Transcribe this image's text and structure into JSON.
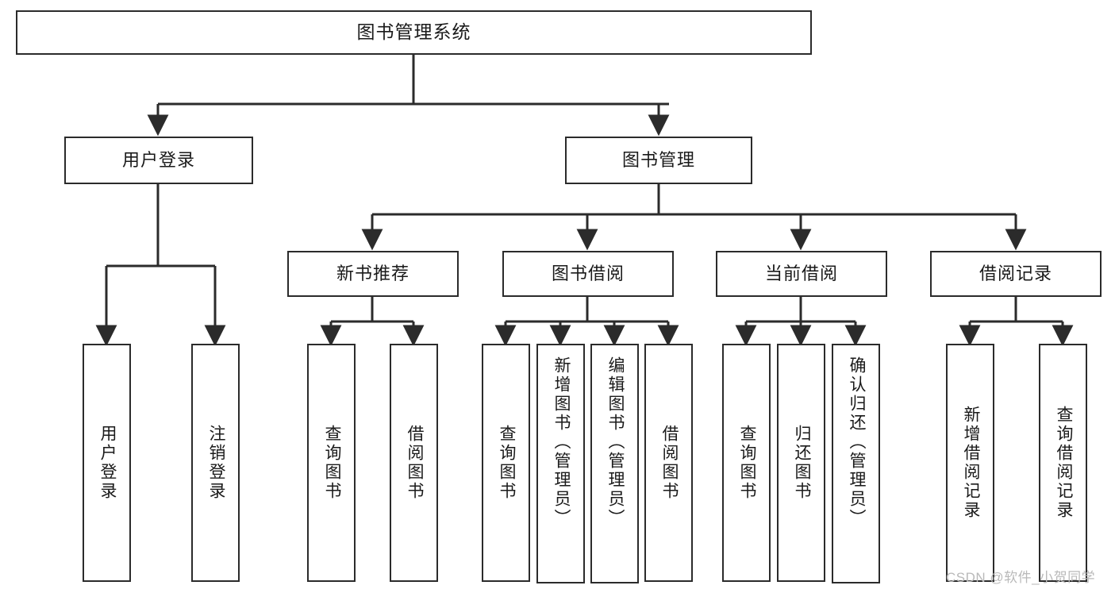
{
  "diagram": {
    "title": "图书管理系统",
    "type": "hierarchy-tree",
    "colors": {
      "background": "#ffffff",
      "node_fill": "#ffffff",
      "node_border": "#2b2b2b",
      "edge": "#2b2b2b",
      "text": "#1a1a1a",
      "watermark": "#b9b9b9"
    },
    "levels": [
      {
        "level": 1,
        "nodes": [
          {
            "id": "root",
            "label": "图书管理系统",
            "orientation": "horizontal"
          }
        ]
      },
      {
        "level": 2,
        "nodes": [
          {
            "id": "login",
            "label": "用户登录",
            "orientation": "horizontal"
          },
          {
            "id": "book-mgmt",
            "label": "图书管理",
            "orientation": "horizontal"
          }
        ]
      },
      {
        "level": 3,
        "nodes": [
          {
            "id": "new-book-rec",
            "label": "新书推荐",
            "orientation": "horizontal"
          },
          {
            "id": "book-borrow",
            "label": "图书借阅",
            "orientation": "horizontal"
          },
          {
            "id": "current-borrow",
            "label": "当前借阅",
            "orientation": "horizontal"
          },
          {
            "id": "borrow-record",
            "label": "借阅记录",
            "orientation": "horizontal"
          }
        ]
      },
      {
        "level": 4,
        "nodes": [
          {
            "id": "leaf-user-login",
            "label": "用户登录",
            "orientation": "vertical",
            "parent": "login"
          },
          {
            "id": "leaf-user-logout",
            "label": "注销登录",
            "orientation": "vertical",
            "parent": "login"
          },
          {
            "id": "leaf-rec-query",
            "label": "查询图书",
            "orientation": "vertical",
            "parent": "new-book-rec"
          },
          {
            "id": "leaf-rec-borrow",
            "label": "借阅图书",
            "orientation": "vertical",
            "parent": "new-book-rec"
          },
          {
            "id": "leaf-borrow-query",
            "label": "查询图书",
            "orientation": "vertical",
            "parent": "book-borrow"
          },
          {
            "id": "leaf-borrow-add",
            "label": "新增图书（管理员）",
            "orientation": "vertical",
            "parent": "book-borrow"
          },
          {
            "id": "leaf-borrow-edit",
            "label": "编辑图书（管理员）",
            "orientation": "vertical",
            "parent": "book-borrow"
          },
          {
            "id": "leaf-borrow-lend",
            "label": "借阅图书",
            "orientation": "vertical",
            "parent": "book-borrow"
          },
          {
            "id": "leaf-cur-query",
            "label": "查询图书",
            "orientation": "vertical",
            "parent": "current-borrow"
          },
          {
            "id": "leaf-cur-return",
            "label": "归还图书",
            "orientation": "vertical",
            "parent": "current-borrow"
          },
          {
            "id": "leaf-cur-confirm",
            "label": "确认归还（管理员）",
            "orientation": "vertical",
            "parent": "current-borrow"
          },
          {
            "id": "leaf-rec-add",
            "label": "新增借阅记录",
            "orientation": "vertical",
            "parent": "borrow-record"
          },
          {
            "id": "leaf-rec-search",
            "label": "查询借阅记录",
            "orientation": "vertical",
            "parent": "borrow-record"
          }
        ]
      }
    ],
    "watermark": "CSDN @软件_小贺同学"
  }
}
